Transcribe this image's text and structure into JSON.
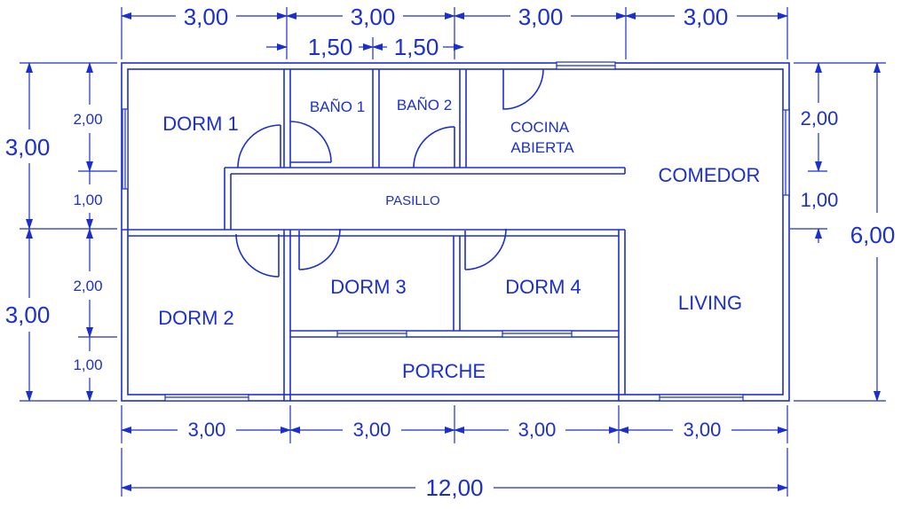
{
  "colors": {
    "ink": "#1b2fd0",
    "background": "#ffffff"
  },
  "rooms": {
    "dorm1": "DORM 1",
    "dorm2": "DORM 2",
    "dorm3": "DORM  3",
    "dorm4": "DORM  4",
    "bano1": "BAÑO 1",
    "bano2": "BAÑO 2",
    "cocina_line1": "COCINA",
    "cocina_line2": "ABIERTA",
    "comedor": "COMEDOR",
    "pasillo": "PASILLO",
    "living": "LIVING",
    "porche": "PORCHE"
  },
  "dimensions": {
    "top": [
      "3,00",
      "3,00",
      "3,00",
      "3,00"
    ],
    "top_sub": [
      "1,50",
      "1,50"
    ],
    "bottom": [
      "3,00",
      "3,00",
      "3,00",
      "3,00"
    ],
    "total_width": "12,00",
    "left_major": [
      "3,00",
      "3,00"
    ],
    "left_minor": [
      "2,00",
      "1,00",
      "2,00",
      "1,00"
    ],
    "right_minor": [
      "2,00",
      "1,00"
    ],
    "total_height": "6,00"
  }
}
